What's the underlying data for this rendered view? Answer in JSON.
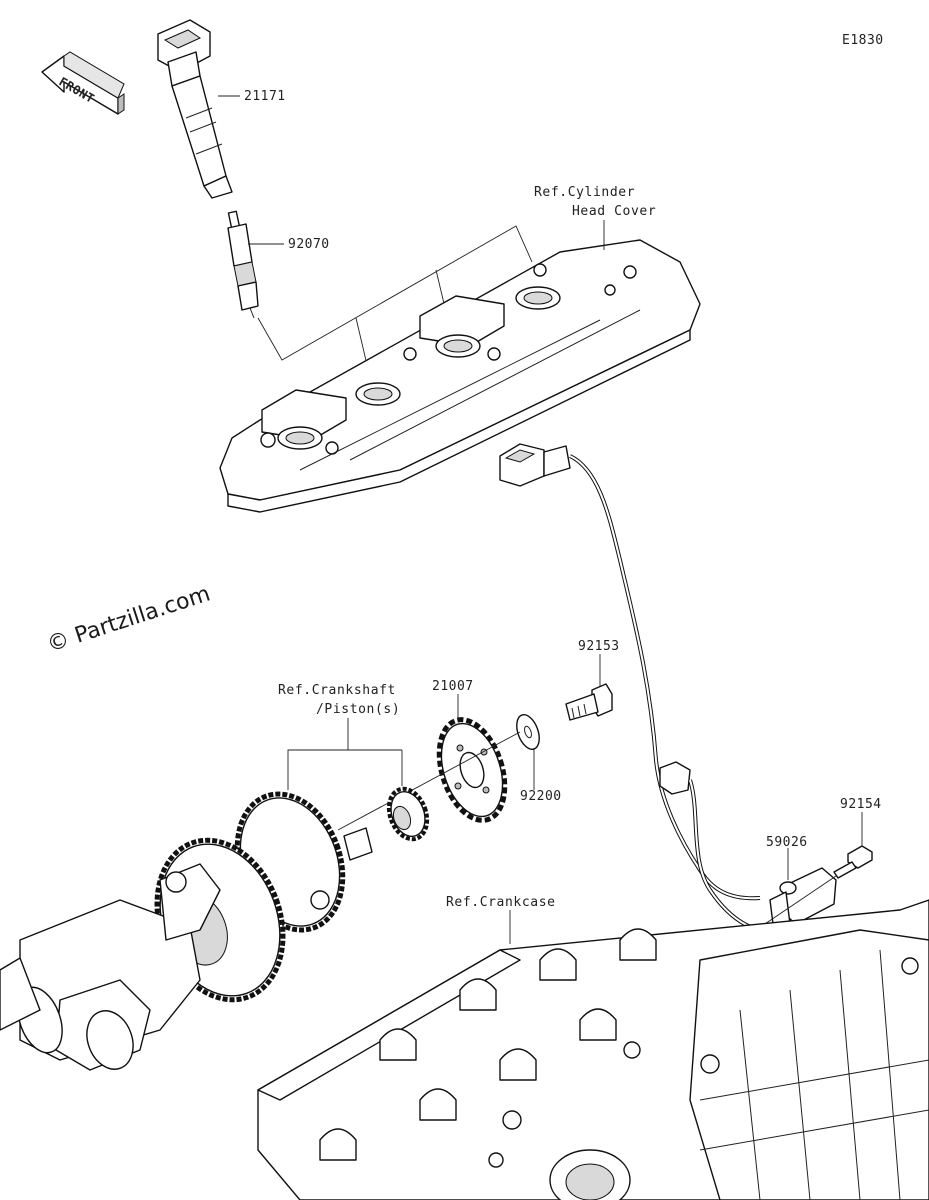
{
  "diagram_code": "E1830",
  "front_label": "FRONT",
  "watermark": "© Partzilla.com",
  "parts": {
    "ignition_coil": "21171",
    "spark_plug": "92070",
    "bolt_small": "92153",
    "timing_rotor": "21007",
    "washer": "92200",
    "bolt_sensor": "92154",
    "crank_sensor": "59026"
  },
  "references": {
    "cylinder_head_cover_line1": "Ref.Cylinder",
    "cylinder_head_cover_line2": "Head Cover",
    "crankshaft_line1": "Ref.Crankshaft",
    "crankshaft_line2": "/Piston(s)",
    "crankcase": "Ref.Crankcase"
  }
}
